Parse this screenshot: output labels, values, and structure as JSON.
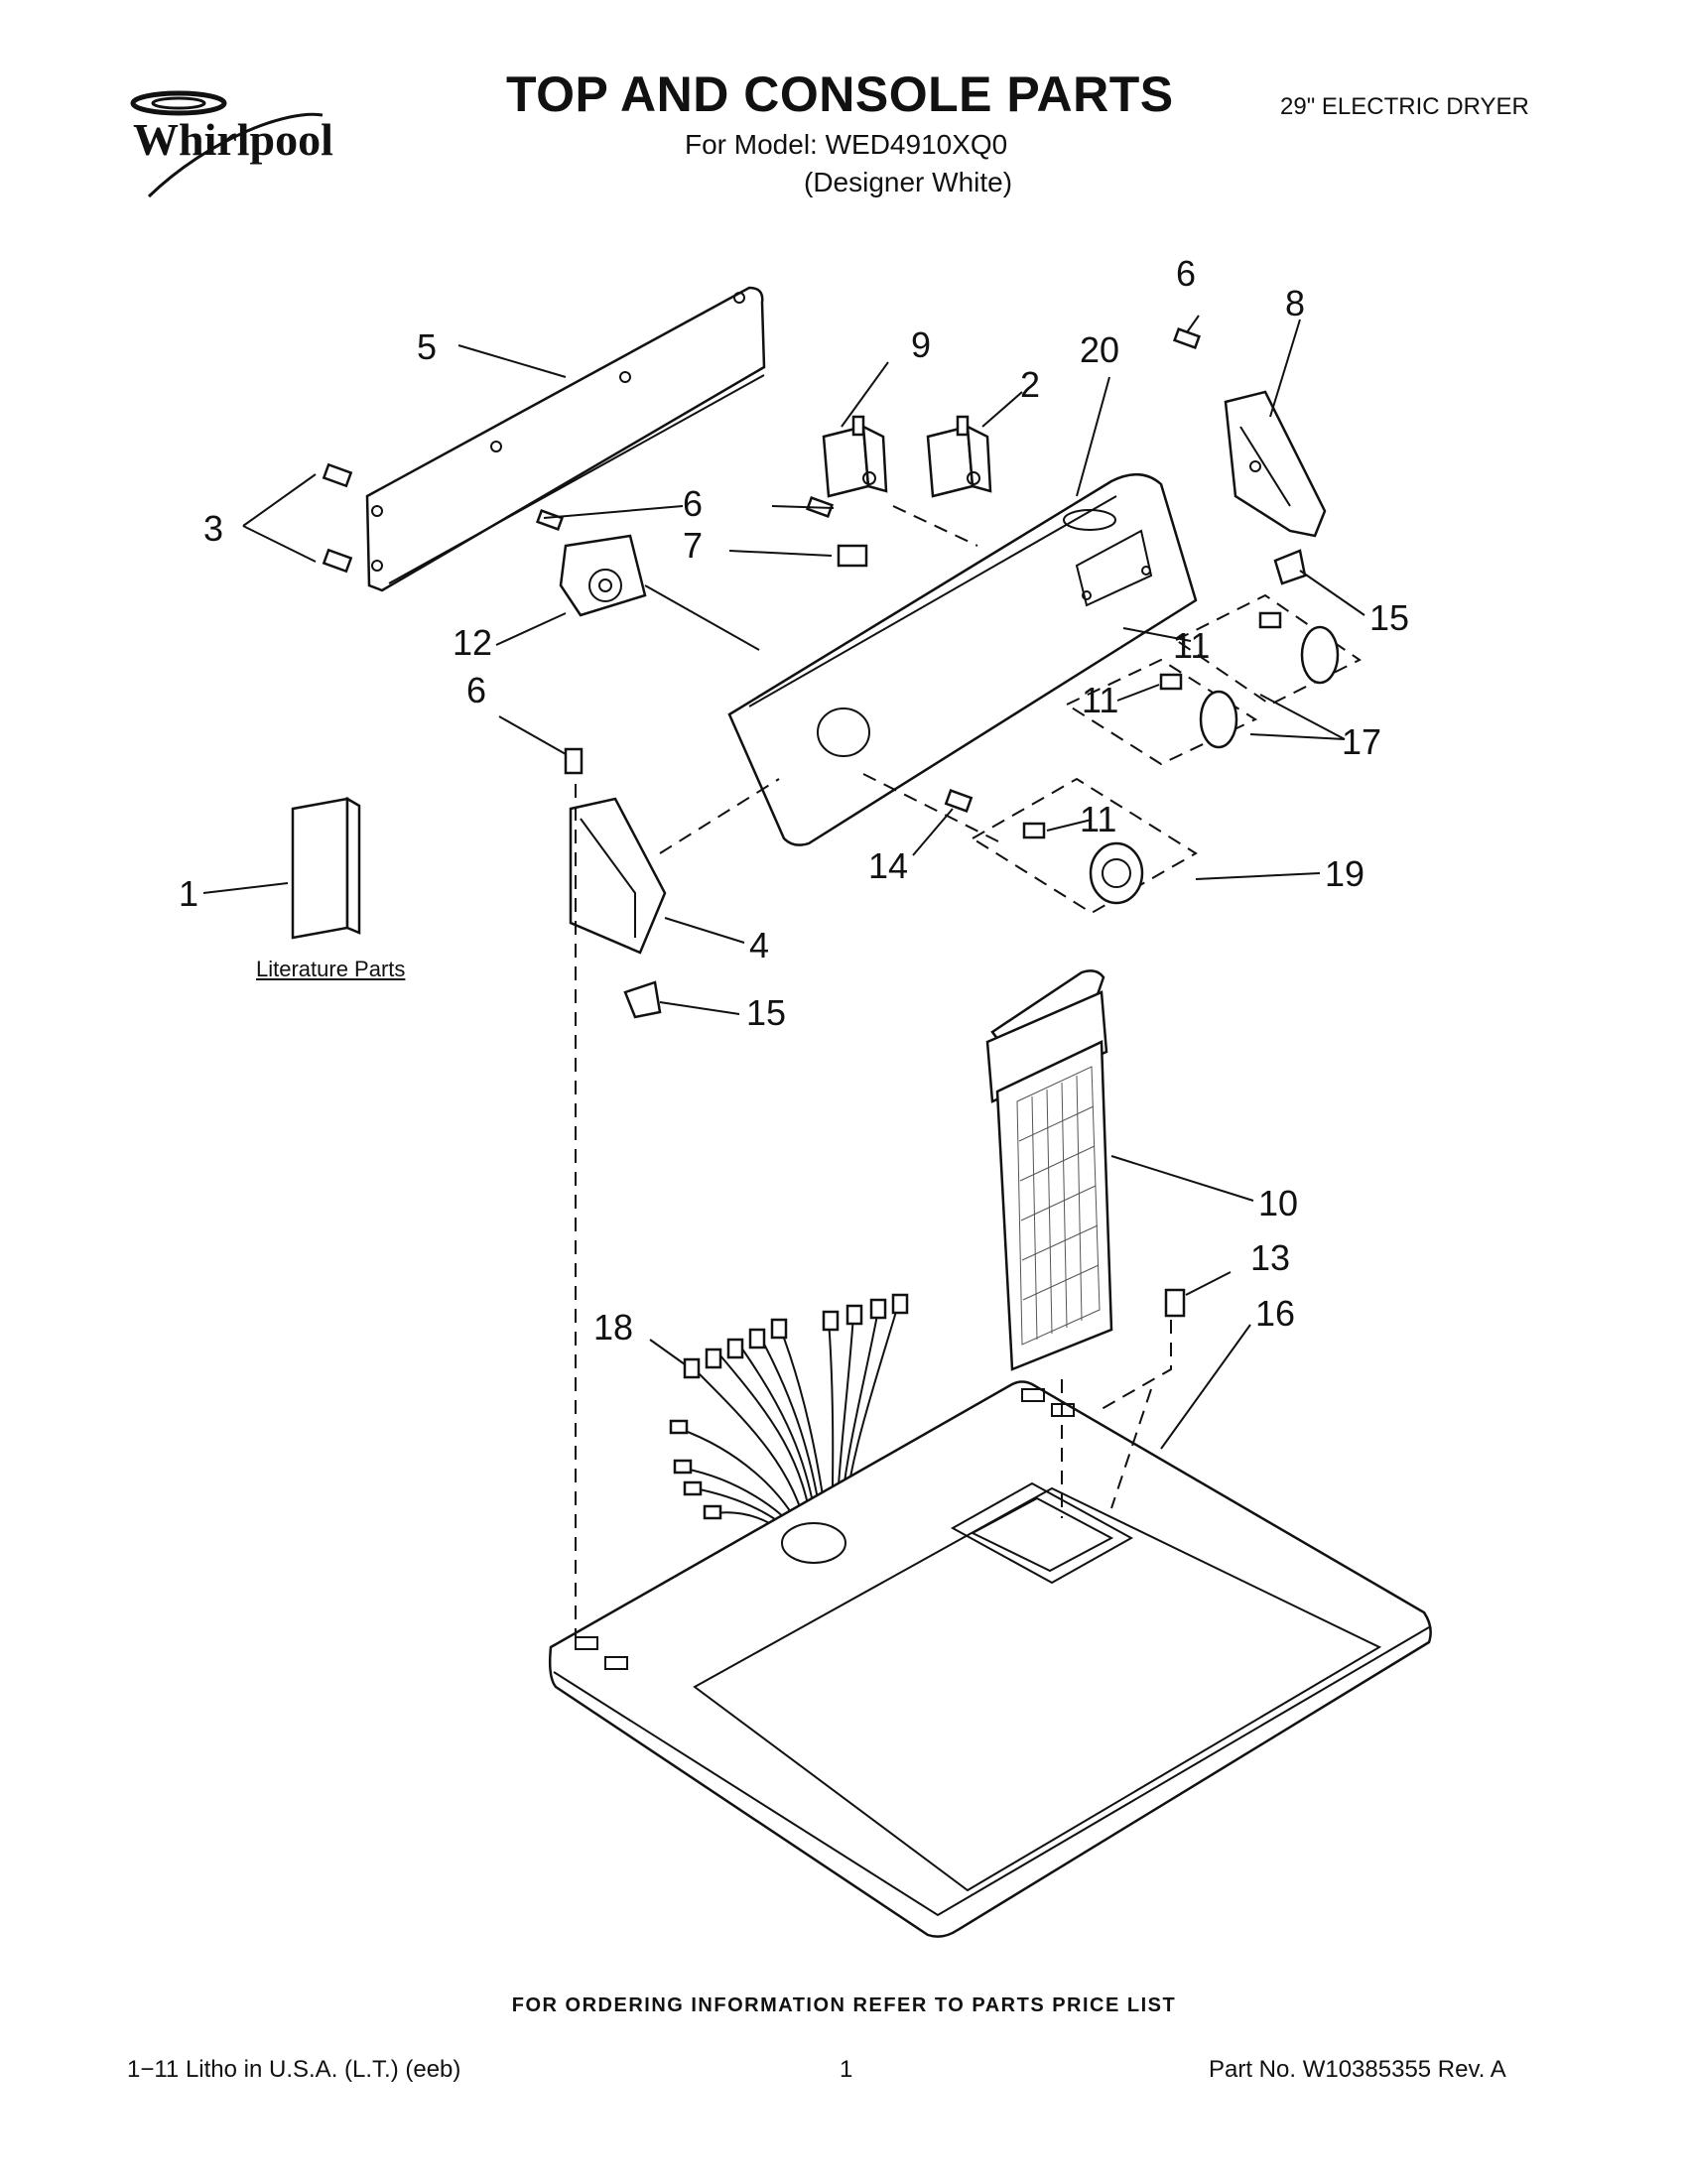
{
  "header": {
    "brand": "Whirlpool",
    "title": "TOP AND CONSOLE PARTS",
    "model_line": "For Model: WED4910XQ0",
    "variant_line": "(Designer White)",
    "product": "29\" ELECTRIC DRYER"
  },
  "diagram": {
    "literature_label": "Literature Parts",
    "callouts": [
      "1",
      "2",
      "3",
      "4",
      "5",
      "6",
      "6",
      "6",
      "7",
      "8",
      "9",
      "10",
      "11",
      "11",
      "11",
      "12",
      "13",
      "14",
      "15",
      "15",
      "16",
      "17",
      "18",
      "19",
      "20"
    ]
  },
  "footer": {
    "order_note": "FOR ORDERING INFORMATION REFER TO PARTS PRICE LIST",
    "litho": "1−11 Litho in U.S.A. (L.T.) (eeb)",
    "page": "1",
    "part_no": "Part No. W10385355 Rev. A"
  }
}
